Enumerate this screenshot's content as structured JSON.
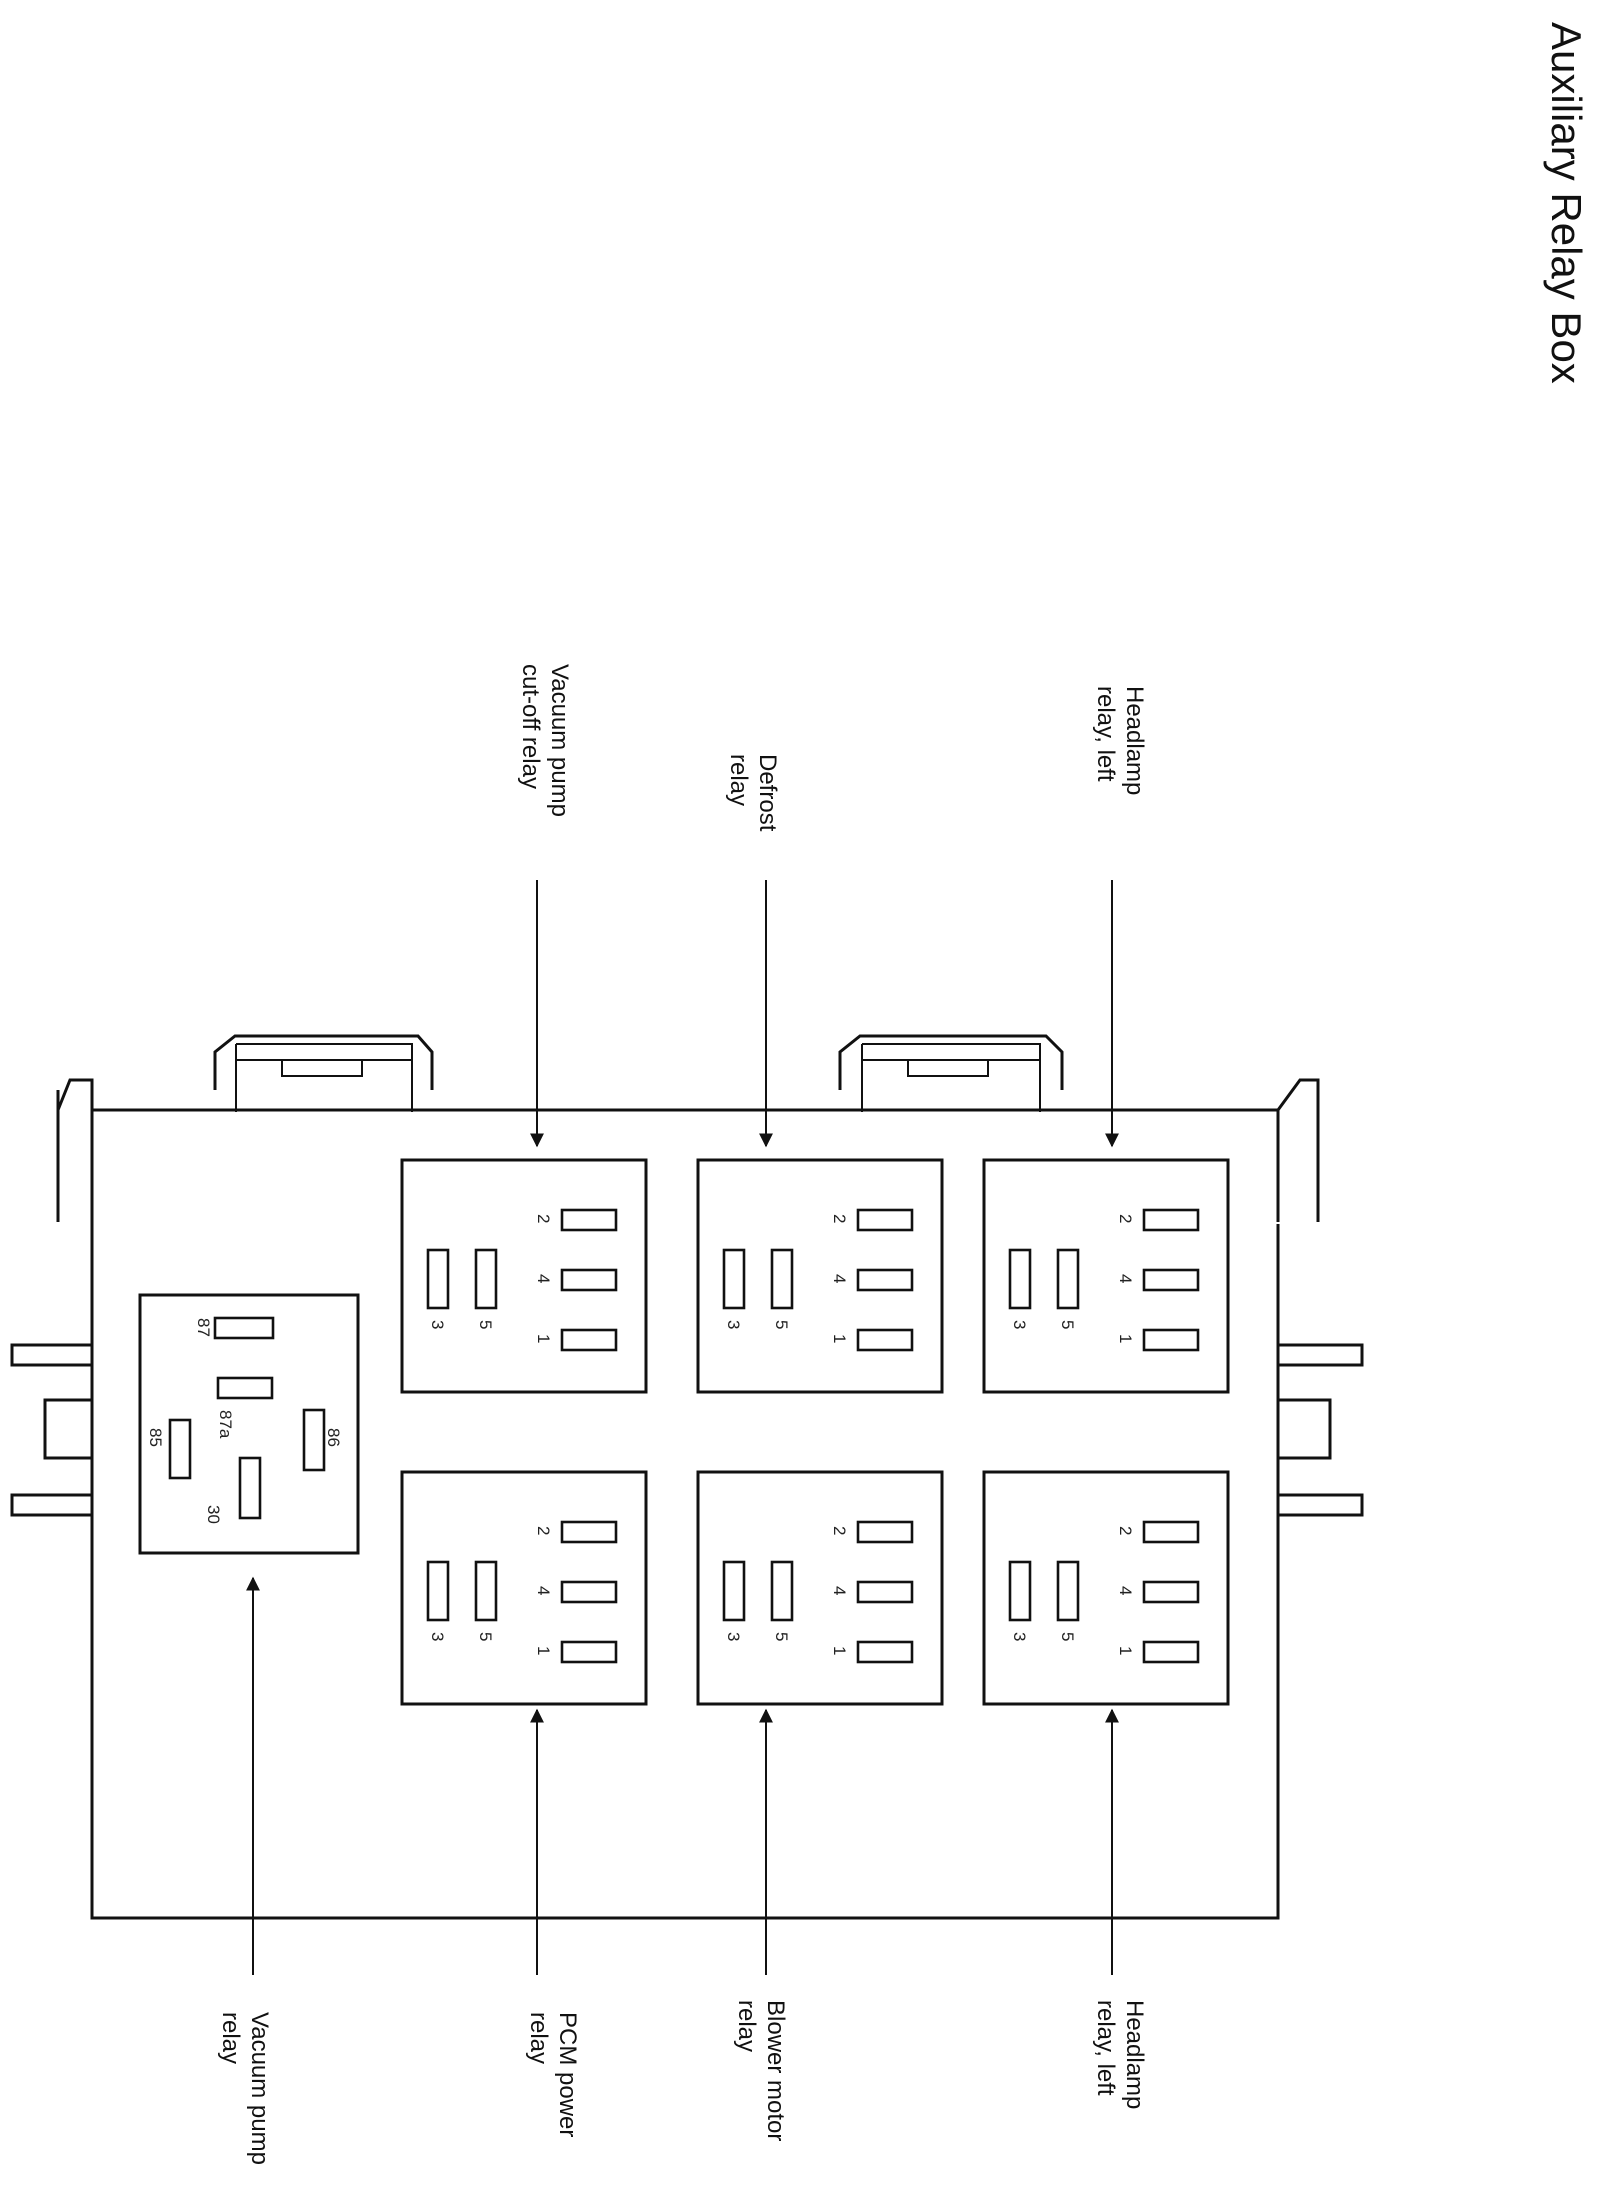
{
  "title": "Auxiliary Relay Box",
  "callouts": {
    "vacuum_pump_cutoff": [
      "Vacuum pump",
      "cut-off relay"
    ],
    "defrost": [
      "Defrost",
      "relay"
    ],
    "headlamp_top": [
      "Headlamp",
      "relay, left"
    ],
    "vacuum_pump": [
      "Vacuum pump",
      "relay"
    ],
    "pcm_power": [
      "PCM power",
      "relay"
    ],
    "blower_motor": [
      "Blower motor",
      "relay"
    ],
    "headlamp_bottom": [
      "Headlamp",
      "relay, left"
    ]
  },
  "relay_pins": [
    "2",
    "4",
    "1",
    "3",
    "5"
  ],
  "vacuum_relay_pins": [
    "87",
    "87a",
    "85",
    "86",
    "30"
  ]
}
